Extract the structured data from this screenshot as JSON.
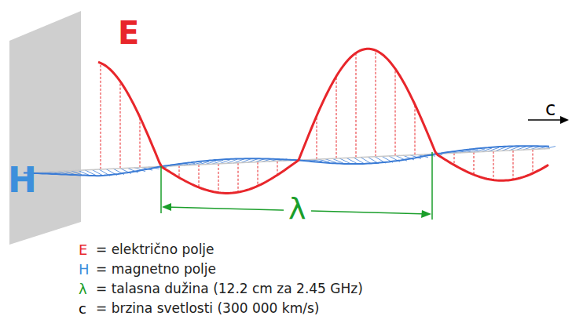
{
  "diagram": {
    "labels": [
      "E",
      "H",
      "λ",
      "c",
      "E",
      "= električno polje",
      "H",
      "= magnetno polje",
      "λ",
      "= talasna dužina (12.2 cm za 2.45 GHz)",
      "c",
      "= brzina svetlosti (300 000 km/s)"
    ]
  }
}
